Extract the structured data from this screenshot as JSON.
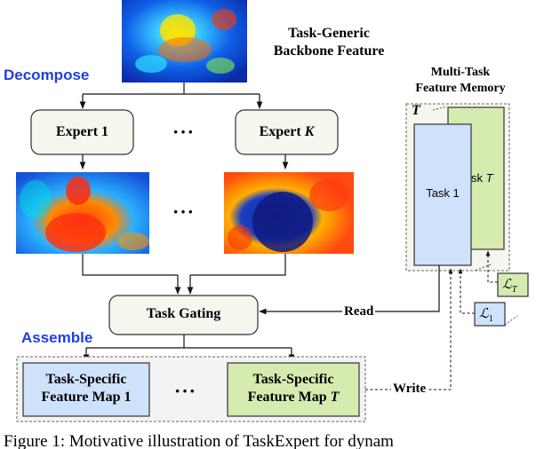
{
  "backbone": {
    "label_line1": "Task-Generic",
    "label_line2": "Backbone Feature"
  },
  "stages": {
    "decompose": "Decompose",
    "assemble": "Assemble"
  },
  "experts": {
    "first": "Expert 1",
    "last_prefix": "Expert ",
    "last_var": "K",
    "ellipsis": "···"
  },
  "gating": {
    "label": "Task Gating"
  },
  "outputs": {
    "first_line1": "Task-Specific",
    "first_line2": "Feature Map 1",
    "last_line1": "Task-Specific",
    "last_line2_prefix": "Feature Map ",
    "last_line2_var": "T",
    "ellipsis": "···"
  },
  "memory": {
    "title_line1": "Multi-Task",
    "title_line2": "Feature Memory",
    "corner_var": "T",
    "task1": "Task 1",
    "taskT_prefix": "sk ",
    "taskT_var": "T"
  },
  "arrows": {
    "read": "Read",
    "write": "Write"
  },
  "losses": {
    "lT": "ℒ",
    "lT_sub": "T",
    "l1": "ℒ",
    "l1_sub": "1"
  },
  "caption": "Figure 1: Motivative illustration of TaskExpert for dynam",
  "colors": {
    "expert_box": "#f6f5ee",
    "task1_blue": "#cfe2fb",
    "taskT_green": "#d6ebb0",
    "accent_blue": "#1f3fe0"
  }
}
